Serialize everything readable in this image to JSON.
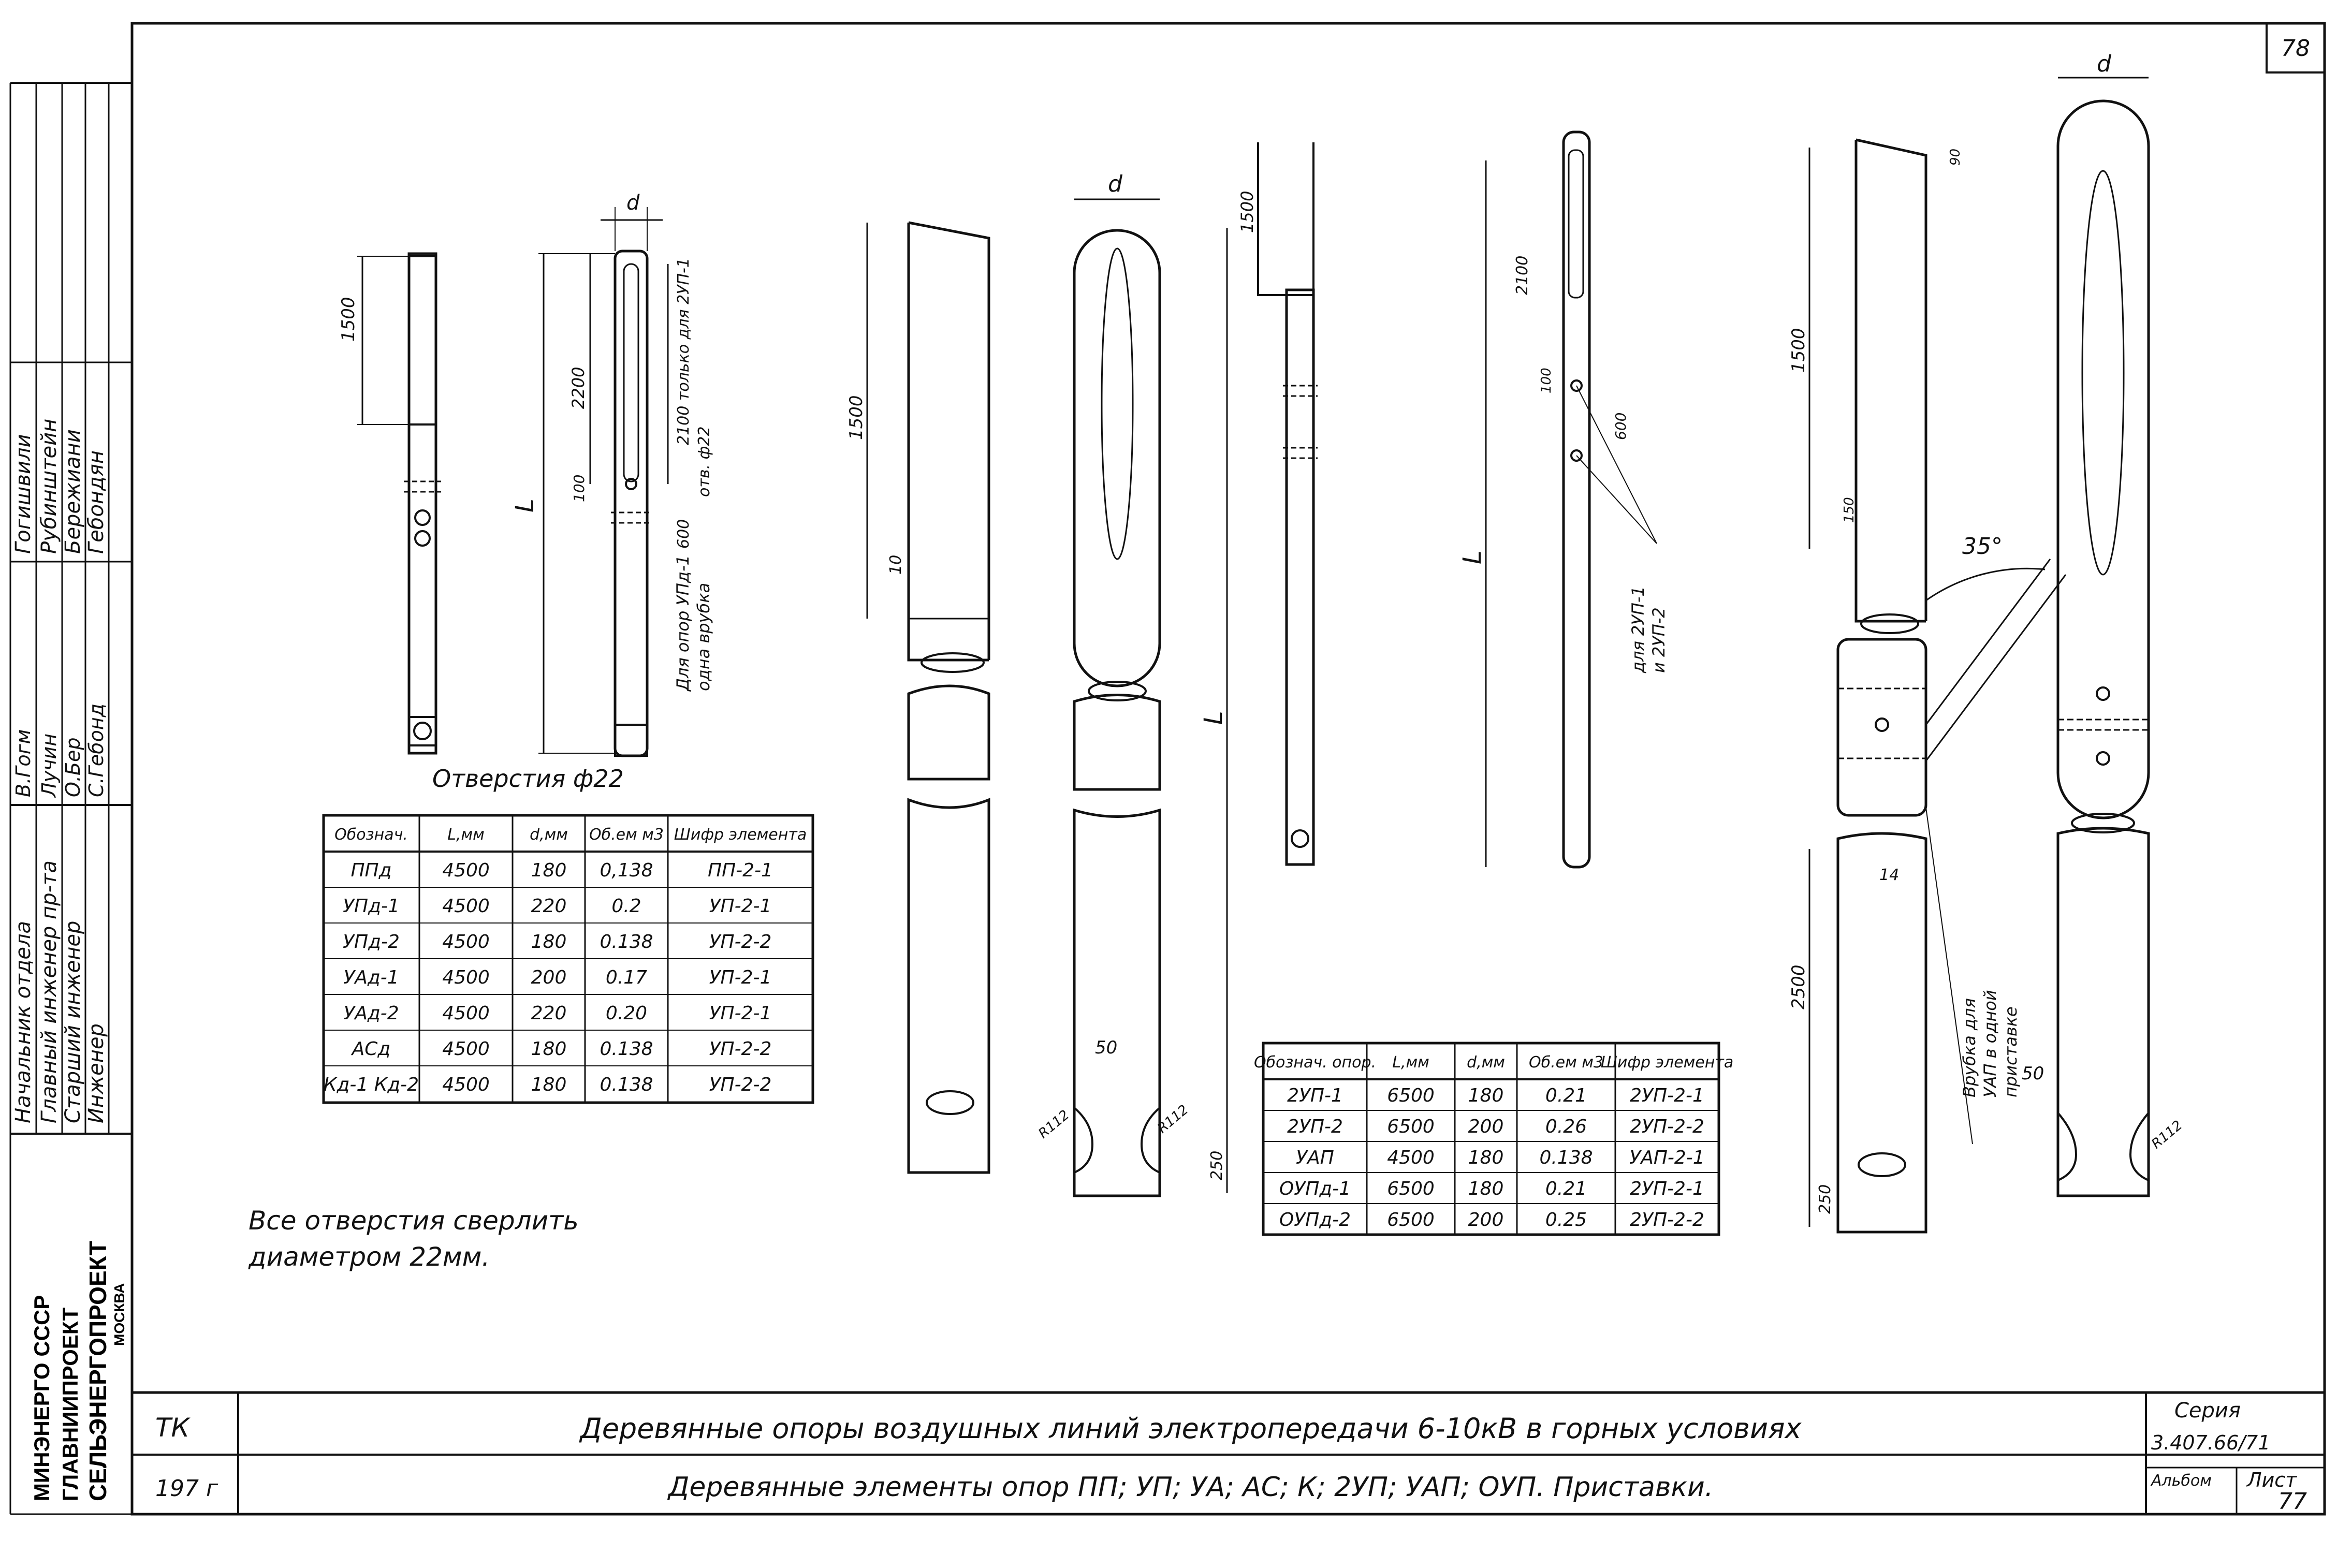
{
  "sheet_number": "78",
  "stamp": {
    "org_lines": [
      "МИНЭНЕРГО СССР",
      "ГЛАВНИИПРОЕКТ",
      "СЕЛЬЭНЕРГОПРОЕКТ",
      "МОСКВА"
    ],
    "roles": [
      "Начальник отдела",
      "Главный инженер пр-та",
      "Старший инженер",
      "Инженер"
    ],
    "signatures": [
      "В.Гогм",
      "Лучин",
      "О.Бер",
      "С.Гебонд"
    ],
    "names": [
      "Гогишвили",
      "Рубинштейн",
      "Бережиани",
      "Гебондян"
    ]
  },
  "labels": {
    "holes": "Отверстия ф22",
    "note_line1": "Все отверстия сверлить",
    "note_line2": "диаметром 22мм.",
    "only_2up1": "2100 только для 2УП-1",
    "hole_22": "отв. ф22",
    "for_supports_1": "Для опор УПд-1",
    "for_supports_2": "одна врубка",
    "for_2up": "для 2УП-1",
    "for_2up_b": "и 2УП-2",
    "notch_1": "Врубка для",
    "notch_2": "УАП в одной",
    "notch_3": "приставке",
    "angle": "35°"
  },
  "dims": {
    "d": "d",
    "L": "L",
    "d1500": "1500",
    "d2200": "2200",
    "d2100": "2100",
    "d100": "100",
    "d600": "600",
    "d10": "10",
    "d50": "50",
    "d250": "250",
    "d2500": "2500",
    "r112": "R112",
    "d150": "150",
    "d90": "90",
    "d14": "14"
  },
  "table1": {
    "headers": [
      "Обознач.",
      "L,мм",
      "d,мм",
      "Об.ем м3",
      "Шифр элемента"
    ],
    "rows": [
      [
        "ППд",
        "4500",
        "180",
        "0,138",
        "ПП-2-1"
      ],
      [
        "УПд-1",
        "4500",
        "220",
        "0.2",
        "УП-2-1"
      ],
      [
        "УПд-2",
        "4500",
        "180",
        "0.138",
        "УП-2-2"
      ],
      [
        "УАд-1",
        "4500",
        "200",
        "0.17",
        "УП-2-1"
      ],
      [
        "УАд-2",
        "4500",
        "220",
        "0.20",
        "УП-2-1"
      ],
      [
        "АСд",
        "4500",
        "180",
        "0.138",
        "УП-2-2"
      ],
      [
        "Кд-1 Кд-2",
        "4500",
        "180",
        "0.138",
        "УП-2-2"
      ]
    ]
  },
  "table2": {
    "headers": [
      "Обознач. опор.",
      "L,мм",
      "d,мм",
      "Об.ем м3",
      "Шифр элемента"
    ],
    "rows": [
      [
        "2УП-1",
        "6500",
        "180",
        "0.21",
        "2УП-2-1"
      ],
      [
        "2УП-2",
        "6500",
        "200",
        "0.26",
        "2УП-2-2"
      ],
      [
        "УАП",
        "4500",
        "180",
        "0.138",
        "УАП-2-1"
      ],
      [
        "ОУПд-1",
        "6500",
        "180",
        "0.21",
        "2УП-2-1"
      ],
      [
        "ОУПд-2",
        "6500",
        "200",
        "0.25",
        "2УП-2-2"
      ]
    ]
  },
  "title_block": {
    "code": "ТК",
    "year": "197 г",
    "title": "Деревянные опоры воздушных линий электропередачи 6-10кВ в горных условиях",
    "subtitle": "Деревянные элементы опор ПП; УП; УА; АС; К; 2УП; УАП; ОУП. Приставки.",
    "series_label": "Серия",
    "series": "3.407.66/71",
    "album_label": "Альбом",
    "sheet_label": "Лист",
    "sheet": "77"
  }
}
